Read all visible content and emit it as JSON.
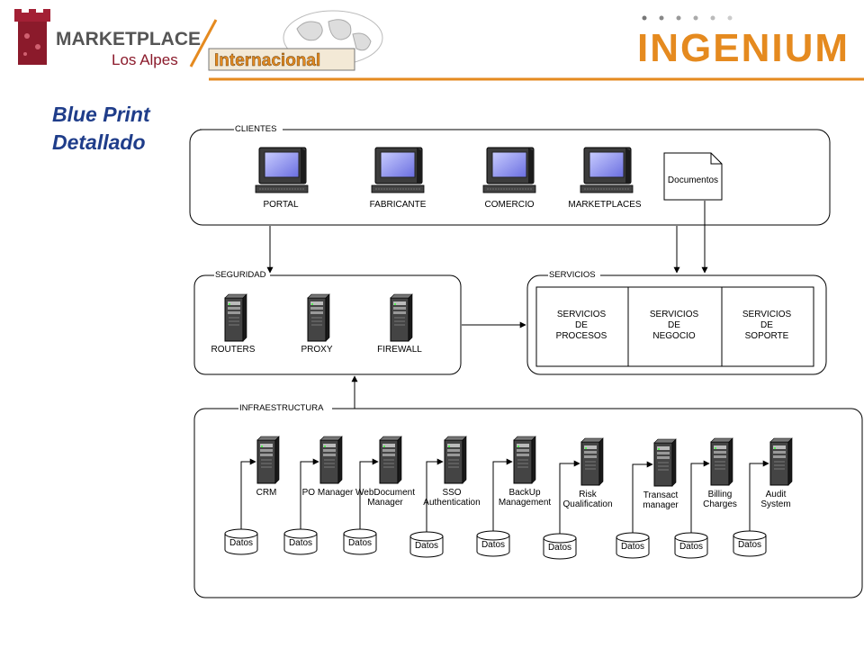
{
  "header": {
    "logo_marketplace": "MARKETPLACE",
    "logo_losalpes": "Los Alpes",
    "logo_internacional": "Internacional",
    "logo_ingenium": "INGENIUM",
    "title_line1": "Blue Print",
    "title_line2": "Detallado"
  },
  "colors": {
    "accent_orange": "#e58a1f",
    "title_blue": "#1f3d8a",
    "logo_red": "#8b1a2b"
  },
  "clientes": {
    "label": "CLIENTES",
    "items": [
      "PORTAL",
      "FABRICANTE",
      "COMERCIO",
      "MARKETPLACES"
    ],
    "document": "Documentos"
  },
  "seguridad": {
    "label": "SEGURIDAD",
    "items": [
      "ROUTERS",
      "PROXY",
      "FIREWALL"
    ]
  },
  "servicios": {
    "label": "SERVICIOS",
    "items": [
      [
        "SERVICIOS",
        "DE",
        "PROCESOS"
      ],
      [
        "SERVICIOS",
        "DE",
        "NEGOCIO"
      ],
      [
        "SERVICIOS",
        "DE",
        "SOPORTE"
      ]
    ]
  },
  "infraestructura": {
    "label": "INFRAESTRUCTURA",
    "datos": "Datos",
    "servers": [
      [
        "CRM"
      ],
      [
        "PO Manager"
      ],
      [
        "WebDocument",
        "Manager"
      ],
      [
        "SSO",
        "Authentication"
      ],
      [
        "BackUp",
        "Management"
      ],
      [
        "Risk",
        "Qualification"
      ],
      [
        "Transact",
        "manager"
      ],
      [
        "Billing",
        "Charges"
      ],
      [
        "Audit",
        "System"
      ]
    ]
  }
}
